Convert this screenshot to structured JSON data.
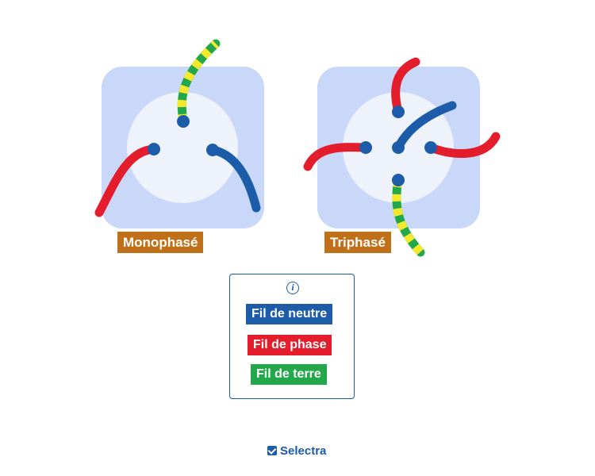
{
  "colors": {
    "plate": "#c9d8f9",
    "inner": "#eef3fb",
    "pin": "#1d5ca8",
    "neutre": "#1d5ca8",
    "phase": "#e31d2b",
    "terre_green": "#22a84a",
    "terre_yellow": "#f3e82c",
    "label_bg": "#c07019"
  },
  "sockets": {
    "mono": {
      "label": "Monophasé"
    },
    "tri": {
      "label": "Triphasé"
    }
  },
  "legend": {
    "info_icon": "i",
    "neutre": "Fil de neutre",
    "phase": "Fil de phase",
    "terre": "Fil de terre"
  },
  "brand": {
    "name": "Selectra",
    "icon": "check-box-icon"
  }
}
